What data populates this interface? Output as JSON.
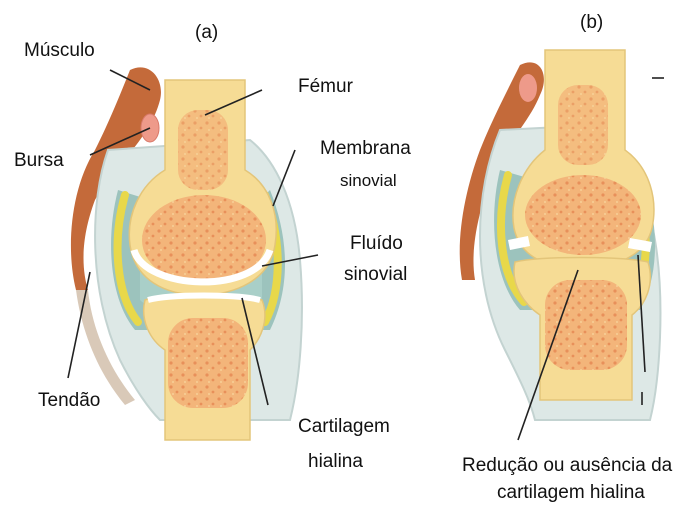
{
  "panels": {
    "a": {
      "tag": "(a)"
    },
    "b": {
      "tag": "(b)"
    }
  },
  "labels": {
    "musculo": "Músculo",
    "bursa": "Bursa",
    "femur": "Fémur",
    "membrana_1": "Membrana",
    "membrana_2": "sinovial",
    "fluido_1": "Fluído",
    "fluido_2": "sinovial",
    "tendao": "Tendão",
    "cartilagem_1": "Cartilagem",
    "cartilagem_2": "hialina",
    "reducao_1": "Redução ou ausência da",
    "reducao_2": "cartilagem hialina"
  },
  "colors": {
    "bone": "#f6dc95",
    "marrow": "#f0a868",
    "cartilage_capsule": "#b9d3cf",
    "synovial_membrane": "#e8d84a",
    "muscle": "#c46a3a",
    "tissue": "#d6e3e2",
    "leader_line": "#222222"
  }
}
